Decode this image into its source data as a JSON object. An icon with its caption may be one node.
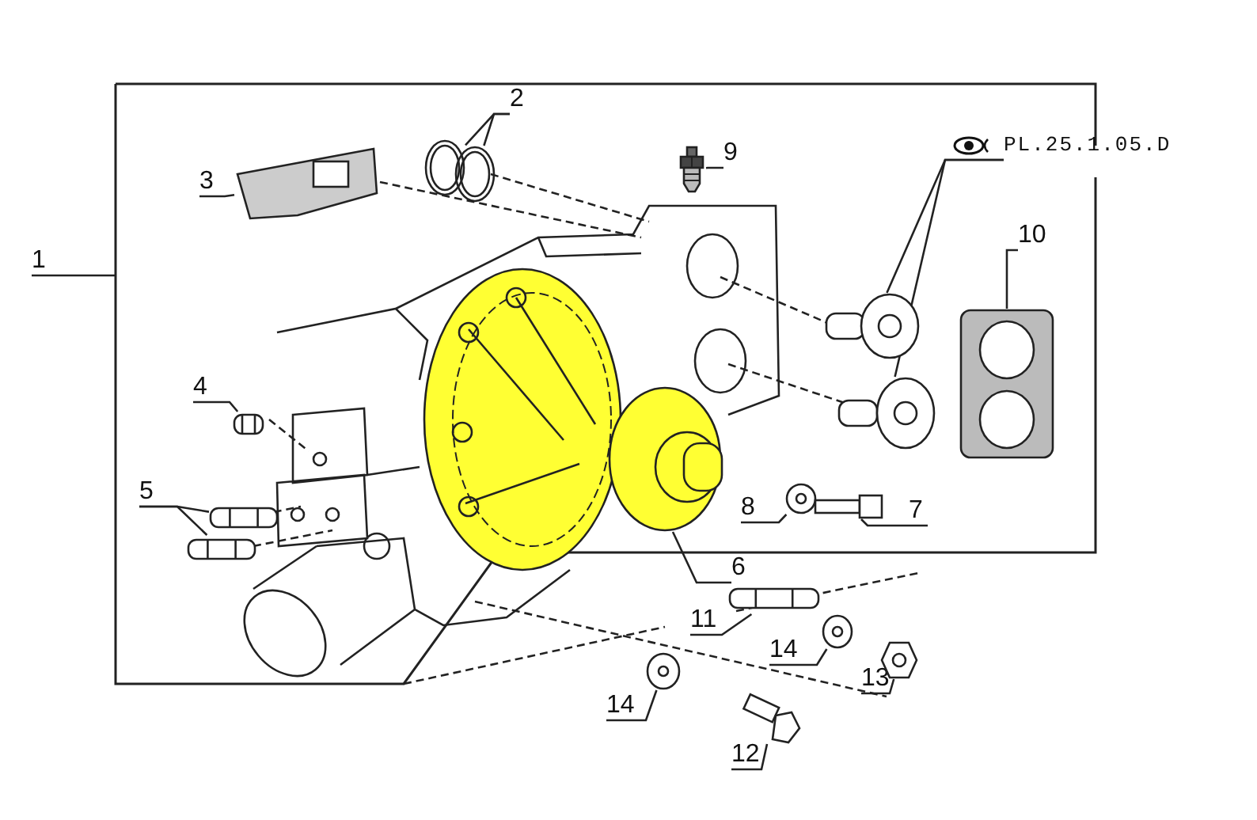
{
  "diagram": {
    "nodes": [
      {
        "text": [
          "1"
        ]
      },
      {
        "text": [
          "2"
        ]
      },
      {
        "text": [],
        "shape": "picture"
      },
      {
        "text": [],
        "shape": "picture"
      },
      {
        "text": [
          "3"
        ]
      },
      {
        "text": [],
        "shape": "picture"
      },
      {
        "text": [
          "9"
        ]
      },
      {
        "text": [],
        "shape": "picture"
      },
      {
        "text": [
          "PL.25.1.05.D"
        ]
      },
      {
        "text": [],
        "shape": "picture"
      },
      {
        "text": [],
        "shape": "picture"
      },
      {
        "text": [
          "10"
        ]
      },
      {
        "text": [],
        "shape": "picture"
      },
      {
        "text": [
          "4"
        ]
      },
      {
        "text": [],
        "shape": "picture"
      },
      {
        "text": [
          "5"
        ]
      },
      {
        "text": [],
        "shape": "picture"
      },
      {
        "text": [],
        "shape": "picture"
      },
      {
        "text": [
          "8"
        ]
      },
      {
        "text": [],
        "shape": "picture"
      },
      {
        "text": [
          "7"
        ]
      },
      {
        "text": [],
        "shape": "picture"
      },
      {
        "text": [
          "6"
        ]
      },
      {
        "text": [],
        "shape": "picture"
      },
      {
        "text": [
          "11"
        ]
      },
      {
        "text": [],
        "shape": "picture"
      },
      {
        "text": [
          "14"
        ]
      },
      {
        "text": [],
        "shape": "picture"
      },
      {
        "text": [
          "13"
        ]
      },
      {
        "text": [],
        "shape": "picture"
      },
      {
        "text": [
          "14"
        ]
      },
      {
        "text": [],
        "shape": "picture"
      },
      {
        "text": [
          "12"
        ]
      },
      {
        "text": [],
        "shape": "picture"
      }
    ],
    "edges": [
      {
        "from": 0,
        "to": null,
        "arrow": "none"
      },
      {
        "from": 1,
        "to": 2,
        "arrow": "none"
      },
      {
        "from": 1,
        "to": 3,
        "arrow": "none"
      },
      {
        "from": 4,
        "to": 5,
        "arrow": "none"
      },
      {
        "from": 6,
        "to": 7,
        "arrow": "none"
      },
      {
        "from": 8,
        "to": 9,
        "arrow": "none"
      },
      {
        "from": 8,
        "to": 10,
        "arrow": "none"
      },
      {
        "from": 11,
        "to": 12,
        "arrow": "none"
      },
      {
        "from": 13,
        "to": 14,
        "arrow": "none"
      },
      {
        "from": 15,
        "to": 16,
        "arrow": "none"
      },
      {
        "from": 15,
        "to": 17,
        "arrow": "none"
      },
      {
        "from": 18,
        "to": 19,
        "arrow": "none"
      },
      {
        "from": 20,
        "to": 21,
        "arrow": "none"
      },
      {
        "from": 22,
        "to": 23,
        "arrow": "none"
      },
      {
        "from": 24,
        "to": 25,
        "arrow": "none"
      },
      {
        "from": 26,
        "to": 27,
        "arrow": "none"
      },
      {
        "from": 28,
        "to": 29,
        "arrow": "none"
      },
      {
        "from": 30,
        "to": 31,
        "arrow": "none"
      },
      {
        "from": 32,
        "to": 33,
        "arrow": "none"
      }
    ]
  }
}
